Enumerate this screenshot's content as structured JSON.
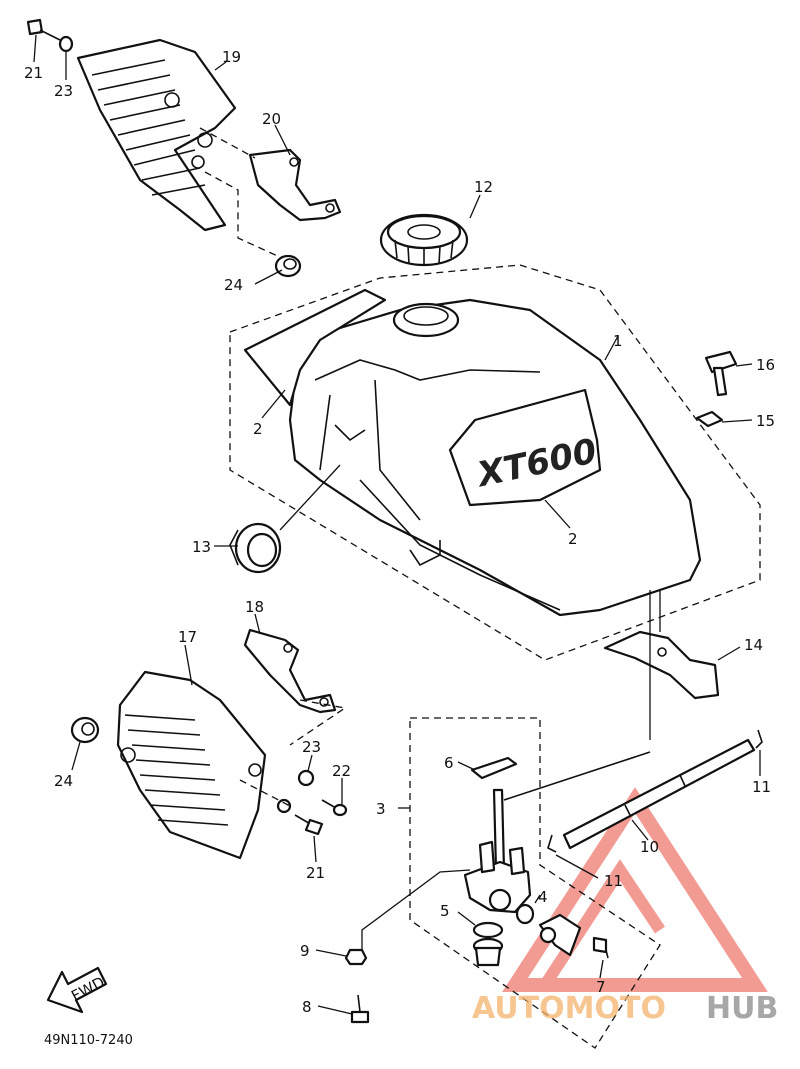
{
  "callouts": {
    "c1": "1",
    "c2a": "2",
    "c2b": "2",
    "c3": "3",
    "c4": "4",
    "c5": "5",
    "c6": "6",
    "c7": "7",
    "c8": "8",
    "c9": "9",
    "c10": "10",
    "c11a": "11",
    "c11b": "11",
    "c12": "12",
    "c13": "13",
    "c14": "14",
    "c15": "15",
    "c16": "16",
    "c17": "17",
    "c18": "18",
    "c19": "19",
    "c20": "20",
    "c21a": "21",
    "c21b": "21",
    "c22": "22",
    "c23a": "23",
    "c23b": "23",
    "c24a": "24",
    "c24b": "24"
  },
  "tank_badge": "XT600",
  "fwd_label": "FWD",
  "diagram_code": "49N110-7240",
  "watermark": {
    "part1": "AUTOMOTO",
    "part2": "HUB"
  },
  "colors": {
    "line": "#111111",
    "watermark_red": "#e84a3c",
    "watermark_orange": "#f5b26b",
    "watermark_gray": "#8a8a8a"
  }
}
